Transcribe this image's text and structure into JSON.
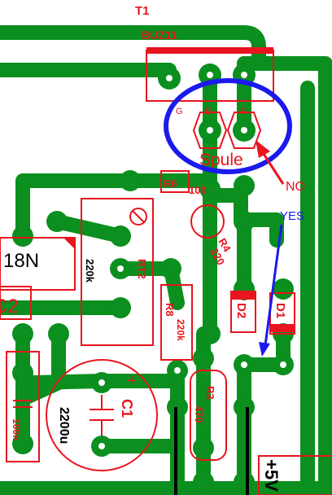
{
  "colors": {
    "copper": "#0b8f1f",
    "silkscreen": "#e8141e",
    "board": "#ffffff",
    "annotation_circle": "#1a1aef",
    "annotation_no": "#e8141e",
    "annotation_yes": "#1a1aef",
    "wire": "#000000"
  },
  "labels": {
    "t1_ref": "T1",
    "t1_part": "BUZ11",
    "pin_g": "G",
    "pin_d": "D",
    "pin_s": "S",
    "spule": "Spule",
    "r6": "R6",
    "r6_value": "100",
    "r4": "R4",
    "r4_value": "220",
    "rt2": "RT2",
    "rt2_value": "220k",
    "r8": "R8",
    "r8_value": "220k",
    "d2": "D2",
    "d1": "D1",
    "c1": "C1",
    "c1_value": "2200u",
    "c1_plus": "+",
    "r3": "R3",
    "r3_value": "470",
    "c_left_value": "100n",
    "ic_partial": "18N",
    "c2_partial": "C2",
    "supply": "+5V"
  },
  "annotations": {
    "no": "NO",
    "yes": "YES"
  }
}
